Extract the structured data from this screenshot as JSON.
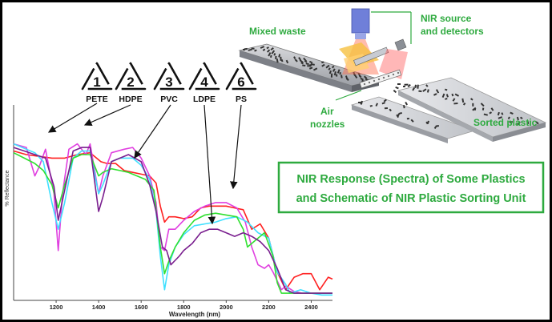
{
  "recycling_codes": [
    {
      "number": "1",
      "label": "PETE"
    },
    {
      "number": "2",
      "label": "HDPE"
    },
    {
      "number": "3",
      "label": "PVC"
    },
    {
      "number": "4",
      "label": "LDPE"
    },
    {
      "number": "6",
      "label": "PS"
    }
  ],
  "schematic": {
    "mixed_waste": "Mixed waste",
    "nir_source_line1": "NIR source",
    "nir_source_line2": "and detectors",
    "air_line1": "Air",
    "air_line2": "nozzles",
    "sorted": "Sorted plastic"
  },
  "caption": {
    "line1": "NIR Response (Spectra) of Some Plastics",
    "line2": "and Schematic of NIR Plastic Sorting Unit",
    "border_color": "#2eaa3f",
    "text_color": "#2eaa3f"
  },
  "chart_data": {
    "type": "line",
    "xlabel": "Wavelength (nm)",
    "ylabel": "% Reflectance",
    "xlim": [
      1000,
      2500
    ],
    "ylim": [
      0,
      100
    ],
    "x_ticks": [
      1200,
      1400,
      1600,
      1800,
      2000,
      2200,
      2400
    ],
    "grid": false,
    "series": [
      {
        "color": "#ff2020",
        "points": [
          [
            1000,
            84
          ],
          [
            1060,
            82
          ],
          [
            1120,
            81
          ],
          [
            1180,
            80
          ],
          [
            1240,
            80
          ],
          [
            1300,
            82
          ],
          [
            1360,
            83
          ],
          [
            1410,
            78
          ],
          [
            1440,
            77
          ],
          [
            1480,
            77
          ],
          [
            1520,
            73
          ],
          [
            1560,
            72
          ],
          [
            1600,
            71
          ],
          [
            1640,
            70
          ],
          [
            1670,
            66
          ],
          [
            1690,
            53
          ],
          [
            1710,
            44
          ],
          [
            1730,
            47
          ],
          [
            1760,
            47
          ],
          [
            1800,
            46
          ],
          [
            1840,
            47
          ],
          [
            1880,
            52
          ],
          [
            1920,
            53
          ],
          [
            1960,
            53
          ],
          [
            2000,
            53
          ],
          [
            2040,
            52
          ],
          [
            2080,
            51
          ],
          [
            2120,
            40
          ],
          [
            2160,
            43
          ],
          [
            2200,
            35
          ],
          [
            2240,
            16
          ],
          [
            2280,
            6
          ],
          [
            2320,
            13
          ],
          [
            2360,
            15
          ],
          [
            2400,
            15
          ],
          [
            2440,
            6
          ],
          [
            2480,
            13
          ],
          [
            2500,
            12
          ]
        ]
      },
      {
        "color": "#e040e0",
        "points": [
          [
            1000,
            88
          ],
          [
            1060,
            86
          ],
          [
            1100,
            70
          ],
          [
            1120,
            75
          ],
          [
            1150,
            85
          ],
          [
            1190,
            60
          ],
          [
            1210,
            28
          ],
          [
            1230,
            60
          ],
          [
            1260,
            85
          ],
          [
            1300,
            88
          ],
          [
            1340,
            82
          ],
          [
            1360,
            88
          ],
          [
            1400,
            60
          ],
          [
            1420,
            70
          ],
          [
            1460,
            83
          ],
          [
            1520,
            85
          ],
          [
            1560,
            86
          ],
          [
            1600,
            80
          ],
          [
            1640,
            70
          ],
          [
            1670,
            55
          ],
          [
            1690,
            30
          ],
          [
            1710,
            28
          ],
          [
            1730,
            40
          ],
          [
            1760,
            40
          ],
          [
            1800,
            45
          ],
          [
            1850,
            50
          ],
          [
            1900,
            53
          ],
          [
            1950,
            55
          ],
          [
            2000,
            55
          ],
          [
            2050,
            52
          ],
          [
            2090,
            44
          ],
          [
            2120,
            30
          ],
          [
            2150,
            20
          ],
          [
            2180,
            18
          ],
          [
            2200,
            20
          ],
          [
            2220,
            16
          ],
          [
            2260,
            6
          ],
          [
            2280,
            8
          ],
          [
            2320,
            5
          ],
          [
            2360,
            4
          ],
          [
            2400,
            4
          ],
          [
            2460,
            4
          ],
          [
            2500,
            4
          ]
        ]
      },
      {
        "color": "#40e0ff",
        "points": [
          [
            1000,
            88
          ],
          [
            1060,
            85
          ],
          [
            1100,
            83
          ],
          [
            1140,
            78
          ],
          [
            1180,
            55
          ],
          [
            1210,
            40
          ],
          [
            1240,
            55
          ],
          [
            1280,
            80
          ],
          [
            1320,
            84
          ],
          [
            1360,
            84
          ],
          [
            1400,
            60
          ],
          [
            1420,
            65
          ],
          [
            1460,
            78
          ],
          [
            1500,
            80
          ],
          [
            1560,
            80
          ],
          [
            1600,
            76
          ],
          [
            1640,
            68
          ],
          [
            1670,
            50
          ],
          [
            1690,
            25
          ],
          [
            1710,
            6
          ],
          [
            1730,
            20
          ],
          [
            1760,
            30
          ],
          [
            1800,
            37
          ],
          [
            1850,
            42
          ],
          [
            1900,
            43
          ],
          [
            1950,
            44
          ],
          [
            2000,
            46
          ],
          [
            2050,
            47
          ],
          [
            2100,
            44
          ],
          [
            2150,
            38
          ],
          [
            2200,
            35
          ],
          [
            2240,
            16
          ],
          [
            2280,
            9
          ],
          [
            2300,
            4
          ],
          [
            2350,
            6
          ],
          [
            2400,
            4
          ],
          [
            2450,
            3
          ],
          [
            2500,
            3
          ]
        ]
      },
      {
        "color": "#30e030",
        "points": [
          [
            1000,
            83
          ],
          [
            1050,
            80
          ],
          [
            1100,
            77
          ],
          [
            1140,
            73
          ],
          [
            1180,
            65
          ],
          [
            1210,
            52
          ],
          [
            1240,
            65
          ],
          [
            1280,
            80
          ],
          [
            1320,
            82
          ],
          [
            1360,
            82
          ],
          [
            1400,
            70
          ],
          [
            1420,
            72
          ],
          [
            1460,
            74
          ],
          [
            1500,
            73
          ],
          [
            1540,
            72
          ],
          [
            1580,
            70
          ],
          [
            1620,
            68
          ],
          [
            1660,
            62
          ],
          [
            1690,
            30
          ],
          [
            1710,
            15
          ],
          [
            1730,
            22
          ],
          [
            1760,
            30
          ],
          [
            1800,
            38
          ],
          [
            1850,
            45
          ],
          [
            1900,
            48
          ],
          [
            1950,
            49
          ],
          [
            2000,
            48
          ],
          [
            2050,
            47
          ],
          [
            2080,
            40
          ],
          [
            2100,
            30
          ],
          [
            2140,
            34
          ],
          [
            2180,
            38
          ],
          [
            2220,
            25
          ],
          [
            2240,
            10
          ],
          [
            2260,
            4
          ],
          [
            2300,
            4
          ],
          [
            2350,
            4
          ],
          [
            2400,
            4
          ],
          [
            2500,
            4
          ]
        ]
      },
      {
        "color": "#7a1f8f",
        "points": [
          [
            1000,
            86
          ],
          [
            1050,
            84
          ],
          [
            1100,
            82
          ],
          [
            1150,
            80
          ],
          [
            1190,
            64
          ],
          [
            1210,
            45
          ],
          [
            1240,
            62
          ],
          [
            1280,
            84
          ],
          [
            1320,
            86
          ],
          [
            1360,
            86
          ],
          [
            1400,
            50
          ],
          [
            1420,
            58
          ],
          [
            1460,
            78
          ],
          [
            1500,
            80
          ],
          [
            1540,
            82
          ],
          [
            1600,
            78
          ],
          [
            1640,
            65
          ],
          [
            1670,
            50
          ],
          [
            1700,
            30
          ],
          [
            1720,
            28
          ],
          [
            1740,
            20
          ],
          [
            1780,
            25
          ],
          [
            1800,
            28
          ],
          [
            1840,
            32
          ],
          [
            1880,
            38
          ],
          [
            1920,
            40
          ],
          [
            1960,
            40
          ],
          [
            2000,
            38
          ],
          [
            2040,
            36
          ],
          [
            2080,
            38
          ],
          [
            2120,
            36
          ],
          [
            2160,
            33
          ],
          [
            2200,
            28
          ],
          [
            2240,
            18
          ],
          [
            2280,
            6
          ],
          [
            2320,
            4
          ],
          [
            2360,
            4
          ],
          [
            2400,
            4
          ],
          [
            2450,
            4
          ],
          [
            2500,
            4
          ]
        ]
      }
    ]
  }
}
